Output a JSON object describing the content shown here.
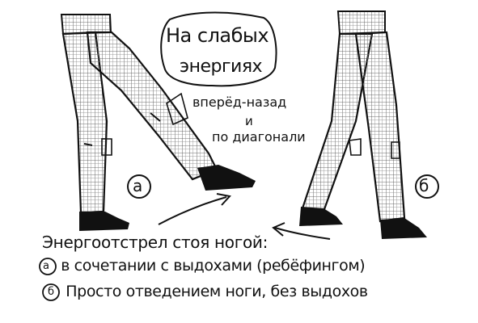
{
  "bubble": {
    "line1": "На слабых",
    "line2": "энергиях"
  },
  "directions": {
    "line1": "вперёд-назад",
    "line2": "и",
    "line3": "по диагонали"
  },
  "labels": {
    "a": "а",
    "b": "б"
  },
  "caption": {
    "line1": "Энергоотстрел стоя ногой:",
    "line2_marker": "а",
    "line2": "в сочетании с выдохами (ребёфингом)",
    "line3_marker": "б",
    "line3": "Просто отведением ноги, без выдохов"
  }
}
